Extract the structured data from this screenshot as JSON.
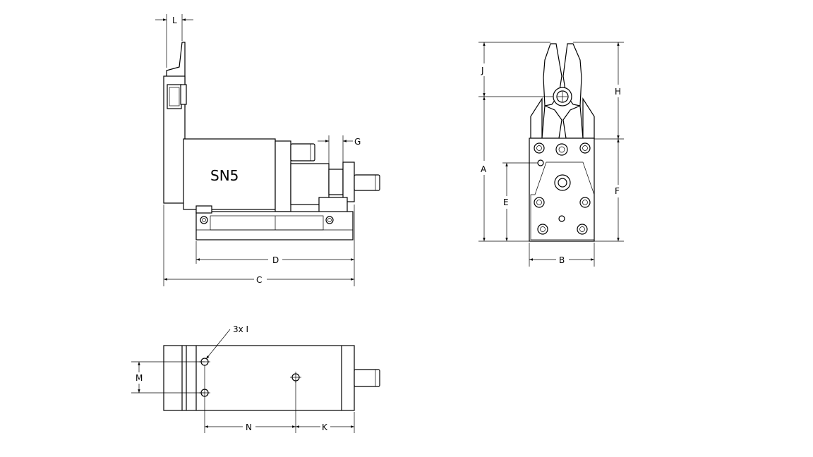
{
  "product_marking": "SN5",
  "dimension_labels": {
    "A": "A",
    "B": "B",
    "C": "C",
    "D": "D",
    "E": "E",
    "F": "F",
    "G": "G",
    "H": "H",
    "I": "3x I",
    "J": "J",
    "K": "K",
    "L": "L",
    "M": "M",
    "N": "N"
  },
  "colors": {
    "line": "#000000",
    "background": "#ffffff"
  }
}
